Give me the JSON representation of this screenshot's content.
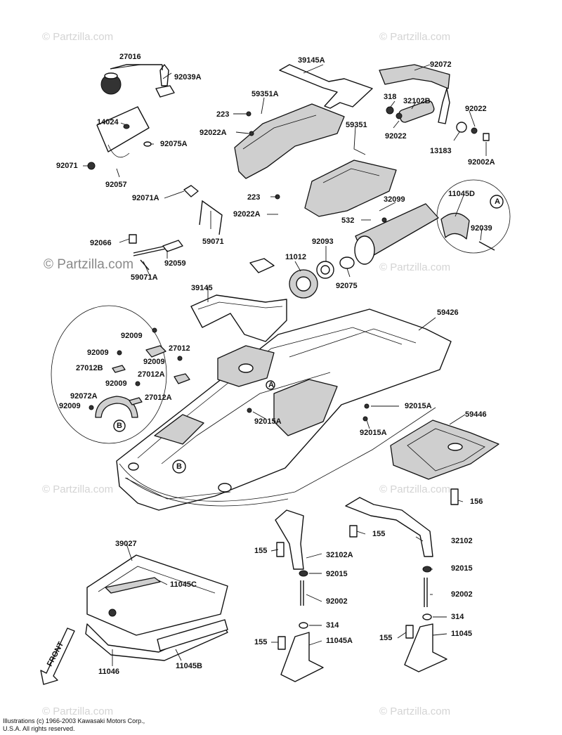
{
  "watermark": "© Partzilla.com",
  "copyright_line1": "Illustrations (c) 1966-2003 Kawasaki Motors Corp.,",
  "copyright_line2": "U.S.A. All rights reserved.",
  "front_label": "FRONT",
  "markers": {
    "a": "A",
    "b": "B"
  },
  "parts": {
    "p27016": "27016",
    "p92039A": "92039A",
    "p39145A": "39145A",
    "p92072": "92072",
    "p318": "318",
    "p32102B": "32102B",
    "p92022_r": "92022",
    "p92022_r2": "92022",
    "p13183": "13183",
    "p92002A": "92002A",
    "p59351A": "59351A",
    "p223_a": "223",
    "p92022A_a": "92022A",
    "p14024": "14024",
    "p92075A": "92075A",
    "p92071": "92071",
    "p92057": "92057",
    "p59351": "59351",
    "p11045D": "11045D",
    "p92039": "92039",
    "p92071A": "92071A",
    "p223_b": "223",
    "p32099": "32099",
    "p92022A_b": "92022A",
    "p532": "532",
    "p59071": "59071",
    "p92066": "92066",
    "p92093": "92093",
    "p11012": "11012",
    "p92059": "92059",
    "p92075": "92075",
    "p59071A": "59071A",
    "p39145": "39145",
    "p59426": "59426",
    "p92009_1": "92009",
    "p27012": "27012",
    "p92009_2": "92009",
    "p92009_3": "92009",
    "p27012B": "27012B",
    "p27012A_1": "27012A",
    "p92009_4": "92009",
    "p92072A": "92072A",
    "p27012A_2": "27012A",
    "p92009_5": "92009",
    "p92015A_1": "92015A",
    "p92015A_2": "92015A",
    "p92015A_3": "92015A",
    "p59446": "59446",
    "p156": "156",
    "p155_1": "155",
    "p155_2": "155",
    "p32102A": "32102A",
    "p32102": "32102",
    "p39027": "39027",
    "p92015_1": "92015",
    "p92015_2": "92015",
    "p11045C": "11045C",
    "p92002_1": "92002",
    "p92002_2": "92002",
    "p314_1": "314",
    "p314_2": "314",
    "p155_3": "155",
    "p11045A": "11045A",
    "p155_4": "155",
    "p11045": "11045",
    "p11046": "11046",
    "p11045B": "11045B"
  }
}
